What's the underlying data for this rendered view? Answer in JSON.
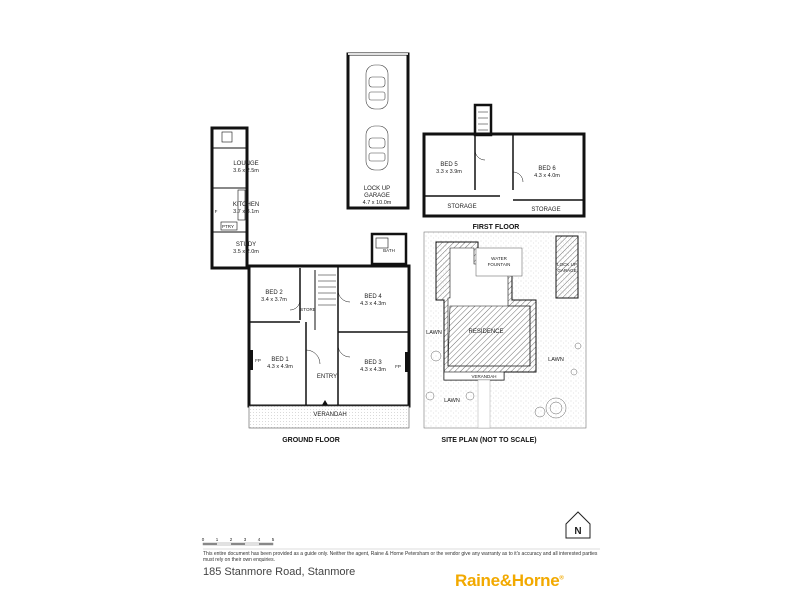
{
  "rooms": {
    "lounge": {
      "name": "LOUNGE",
      "dim": "3.6 x 2.5m"
    },
    "kitchen": {
      "name": "KITCHEN",
      "dim": "3.7 x 3.1m"
    },
    "study": {
      "name": "STUDY",
      "dim": "3.5 x 2.0m"
    },
    "pantry": "PTRY",
    "fridge": "F",
    "garage": {
      "name1": "LOCK UP",
      "name2": "GARAGE",
      "dim": "4.7 x 10.0m"
    },
    "bed1": {
      "name": "BED 1",
      "dim": "4.3 x 4.9m"
    },
    "bed2": {
      "name": "BED 2",
      "dim": "3.4 x 3.7m"
    },
    "bed3": {
      "name": "BED 3",
      "dim": "4.3 x 4.3m"
    },
    "bed4": {
      "name": "BED 4",
      "dim": "4.3 x 4.3m"
    },
    "bed5": {
      "name": "BED 5",
      "dim": "3.3 x 3.9m"
    },
    "bed6": {
      "name": "BED 6",
      "dim": "4.3 x 4.0m"
    },
    "storage": "STORAGE",
    "store": "STORE",
    "entry": "ENTRY",
    "verandah": "VERANDAH",
    "bath": "BATH",
    "fireplace": "FP"
  },
  "titles": {
    "ground_floor": "GROUND FLOOR",
    "first_floor": "FIRST FLOOR",
    "site_plan": "SITE PLAN (NOT TO SCALE)"
  },
  "site": {
    "lawn": "LAWN",
    "residence": "RESIDENCE",
    "verandah": "VERANDAH",
    "garage1": "LOCK UP",
    "garage2": "GARAGE",
    "pool1": "WATER",
    "pool2": "FOUNTAIN"
  },
  "scale_numbers": [
    "0",
    "1",
    "2",
    "3",
    "4",
    "5"
  ],
  "compass": "N",
  "disclaimer": "This entire document has been provided as a guide only. Neither the agent, Raine & Horne Petersham or the vendor give any warranty as to it's accuracy and all interested parties must rely on their own enquiries.",
  "address": "185 Stanmore Road, Stanmore",
  "brand": {
    "part1": "Raine",
    "amp": "&",
    "part2": "Horne",
    "reg": "®",
    "color": "#f2a900"
  }
}
